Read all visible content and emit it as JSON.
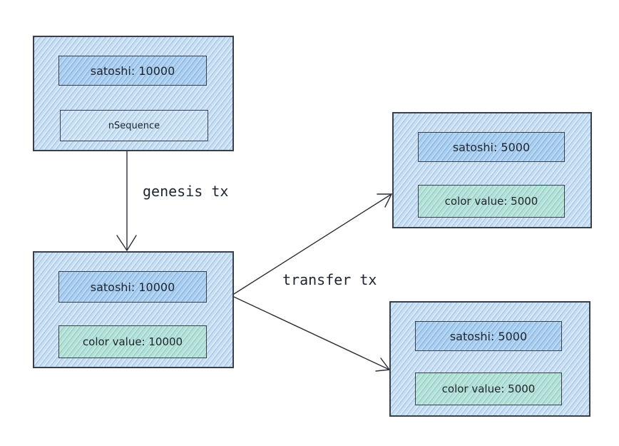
{
  "diagram": {
    "nodes": {
      "genesis_input": {
        "satoshi": "satoshi: 10000",
        "sequence": "nSequence"
      },
      "genesis_output": {
        "satoshi": "satoshi: 10000",
        "color_value": "color value: 10000"
      },
      "transfer_output_1": {
        "satoshi": "satoshi: 5000",
        "color_value": "color value: 5000"
      },
      "transfer_output_2": {
        "satoshi": "satoshi: 5000",
        "color_value": "color value: 5000"
      }
    },
    "edges": {
      "genesis": "genesis tx",
      "transfer": "transfer tx"
    }
  }
}
